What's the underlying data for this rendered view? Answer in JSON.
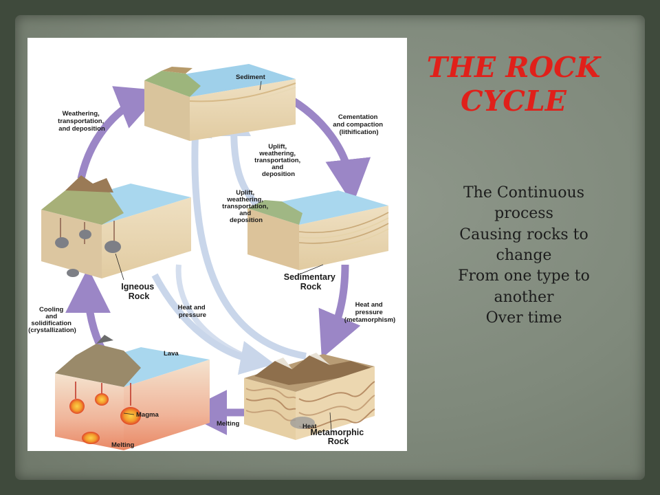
{
  "slide": {
    "title_lines": [
      "THE ROCK",
      "CYCLE"
    ],
    "body_lines": [
      "The Continuous",
      "process",
      "Causing rocks to",
      "change",
      "From one type to",
      "another",
      "Over time"
    ]
  },
  "diagram": {
    "blocks": {
      "sediment": "Sediment",
      "sedimentary": [
        "Sedimentary",
        "Rock"
      ],
      "metamorphic": [
        "Metamorphic",
        "Rock"
      ],
      "igneous": [
        "Igneous",
        "Rock"
      ],
      "magma": "Magma",
      "lava": "Lava",
      "melting_label": "Melting",
      "heat_label": "Heat"
    },
    "processes": {
      "weathering": [
        "Weathering,",
        "transportation,",
        "and deposition"
      ],
      "cementation": [
        "Cementation",
        "and compaction",
        "(lithification)"
      ],
      "uplift_inner": [
        "Uplift,",
        "weathering,",
        "transportation,",
        "and",
        "deposition"
      ],
      "uplift_outer": [
        "Uplift,",
        "weathering,",
        "transportation,",
        "and",
        "deposition"
      ],
      "heat_pressure_meta": [
        "Heat and",
        "pressure",
        "(metamorphism)"
      ],
      "heat_pressure_inner": [
        "Heat and",
        "pressure"
      ],
      "cooling": [
        "Cooling",
        "and",
        "solidification",
        "(crystallization)"
      ],
      "melting_arrow": "Melting"
    },
    "colors": {
      "primary_arrow": "#9b86c6",
      "secondary_arrow": "#c9d6ea",
      "title_red": "#e0201a"
    }
  }
}
